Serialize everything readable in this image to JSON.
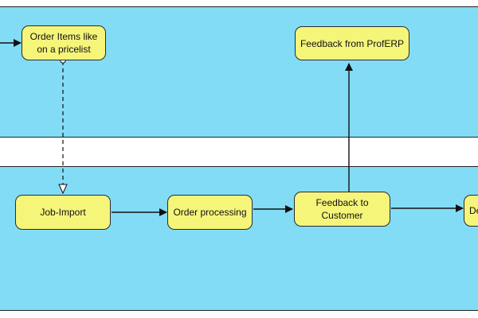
{
  "colors": {
    "lane_fill": "#82dcf5",
    "box_fill": "#f5f57a",
    "line": "#111111",
    "gap": "#ffffff"
  },
  "nodes": {
    "order_items": "Order Items like\non a pricelist",
    "feedback_from_proferp": "Feedback from ProfERP",
    "job_import": "Job-Import",
    "order_processing": "Order processing",
    "feedback_to_customer": "Feedback to\nCustomer",
    "partial_node": "De"
  }
}
